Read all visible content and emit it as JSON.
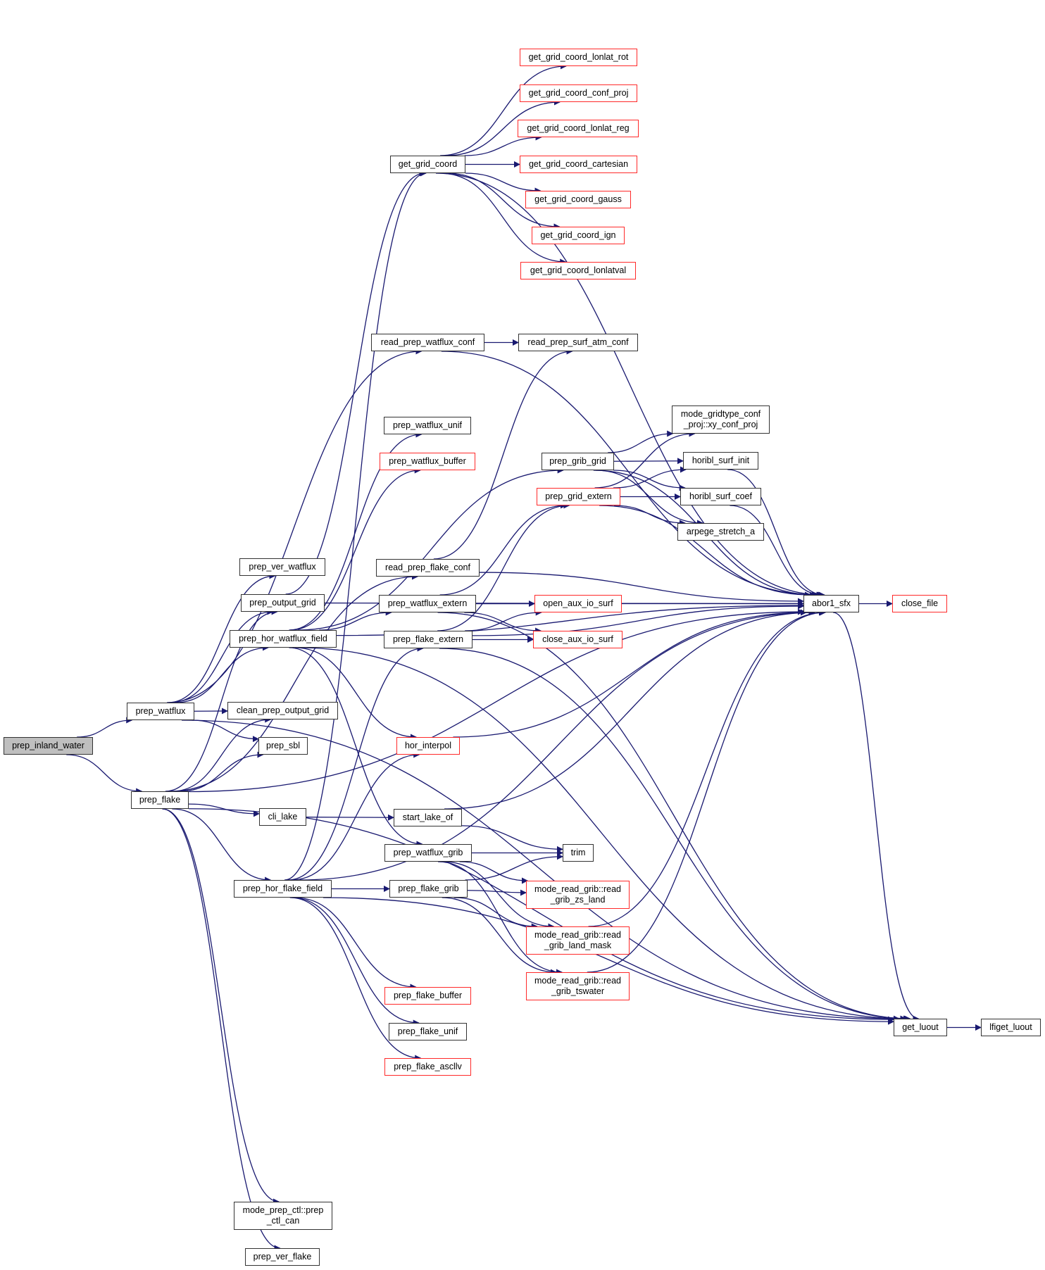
{
  "title": "Call graph of prep_inland_water",
  "colors": {
    "edge": "#191970",
    "node_border": "#333333",
    "red_border": "#ff2a2a",
    "root_fill": "#bfbfbf"
  },
  "nodes": [
    {
      "id": "prep_inland_water",
      "label": "prep_inland_water",
      "kind": "root"
    },
    {
      "id": "prep_watflux",
      "label": "prep_watflux",
      "kind": "normal"
    },
    {
      "id": "prep_flake",
      "label": "prep_flake",
      "kind": "normal"
    },
    {
      "id": "prep_ver_watflux",
      "label": "prep_ver_watflux",
      "kind": "normal"
    },
    {
      "id": "prep_output_grid",
      "label": "prep_output_grid",
      "kind": "normal"
    },
    {
      "id": "prep_hor_watflux_field",
      "label": "prep_hor_watflux_field",
      "kind": "normal"
    },
    {
      "id": "clean_prep_output_grid",
      "label": "clean_prep_output_grid",
      "kind": "normal"
    },
    {
      "id": "prep_sbl",
      "label": "prep_sbl",
      "kind": "normal"
    },
    {
      "id": "cli_lake",
      "label": "cli_lake",
      "kind": "normal"
    },
    {
      "id": "prep_hor_flake_field",
      "label": "prep_hor_flake_field",
      "kind": "normal"
    },
    {
      "id": "prep_ctl_can",
      "label": "mode_prep_ctl::prep\n_ctl_can",
      "kind": "normal"
    },
    {
      "id": "prep_ver_flake",
      "label": "prep_ver_flake",
      "kind": "normal"
    },
    {
      "id": "get_grid_coord",
      "label": "get_grid_coord",
      "kind": "normal"
    },
    {
      "id": "gc_lonlat_rot",
      "label": "get_grid_coord_lonlat_rot",
      "kind": "red"
    },
    {
      "id": "gc_conf_proj",
      "label": "get_grid_coord_conf_proj",
      "kind": "red"
    },
    {
      "id": "gc_lonlat_reg",
      "label": "get_grid_coord_lonlat_reg",
      "kind": "red"
    },
    {
      "id": "gc_cartesian",
      "label": "get_grid_coord_cartesian",
      "kind": "red"
    },
    {
      "id": "gc_gauss",
      "label": "get_grid_coord_gauss",
      "kind": "red"
    },
    {
      "id": "gc_ign",
      "label": "get_grid_coord_ign",
      "kind": "red"
    },
    {
      "id": "gc_lonlatval",
      "label": "get_grid_coord_lonlatval",
      "kind": "red"
    },
    {
      "id": "read_prep_watflux_conf",
      "label": "read_prep_watflux_conf",
      "kind": "normal"
    },
    {
      "id": "read_prep_surf_atm_conf",
      "label": "read_prep_surf_atm_conf",
      "kind": "normal"
    },
    {
      "id": "prep_watflux_unif",
      "label": "prep_watflux_unif",
      "kind": "normal"
    },
    {
      "id": "prep_watflux_buffer",
      "label": "prep_watflux_buffer",
      "kind": "red"
    },
    {
      "id": "prep_grib_grid",
      "label": "prep_grib_grid",
      "kind": "normal"
    },
    {
      "id": "prep_grid_extern",
      "label": "prep_grid_extern",
      "kind": "red"
    },
    {
      "id": "xy_conf_proj",
      "label": "mode_gridtype_conf\n_proj::xy_conf_proj",
      "kind": "normal"
    },
    {
      "id": "horibl_surf_init",
      "label": "horibl_surf_init",
      "kind": "normal"
    },
    {
      "id": "horibl_surf_coef",
      "label": "horibl_surf_coef",
      "kind": "normal"
    },
    {
      "id": "arpege_stretch_a",
      "label": "arpege_stretch_a",
      "kind": "normal"
    },
    {
      "id": "read_prep_flake_conf",
      "label": "read_prep_flake_conf",
      "kind": "normal"
    },
    {
      "id": "prep_watflux_extern",
      "label": "prep_watflux_extern",
      "kind": "normal"
    },
    {
      "id": "prep_flake_extern",
      "label": "prep_flake_extern",
      "kind": "normal"
    },
    {
      "id": "open_aux_io_surf",
      "label": "open_aux_io_surf",
      "kind": "red"
    },
    {
      "id": "close_aux_io_surf",
      "label": "close_aux_io_surf",
      "kind": "red"
    },
    {
      "id": "hor_interpol",
      "label": "hor_interpol",
      "kind": "red"
    },
    {
      "id": "abor1_sfx",
      "label": "abor1_sfx",
      "kind": "normal"
    },
    {
      "id": "close_file",
      "label": "close_file",
      "kind": "red"
    },
    {
      "id": "start_lake_of",
      "label": "start_lake_of",
      "kind": "normal"
    },
    {
      "id": "prep_watflux_grib",
      "label": "prep_watflux_grib",
      "kind": "normal"
    },
    {
      "id": "trim",
      "label": "trim",
      "kind": "normal"
    },
    {
      "id": "prep_flake_grib",
      "label": "prep_flake_grib",
      "kind": "normal"
    },
    {
      "id": "read_grib_zs_land",
      "label": "mode_read_grib::read\n_grib_zs_land",
      "kind": "red"
    },
    {
      "id": "read_grib_land_mask",
      "label": "mode_read_grib::read\n_grib_land_mask",
      "kind": "red"
    },
    {
      "id": "read_grib_tswater",
      "label": "mode_read_grib::read\n_grib_tswater",
      "kind": "red"
    },
    {
      "id": "prep_flake_buffer",
      "label": "prep_flake_buffer",
      "kind": "red"
    },
    {
      "id": "prep_flake_unif",
      "label": "prep_flake_unif",
      "kind": "normal"
    },
    {
      "id": "prep_flake_ascllv",
      "label": "prep_flake_ascllv",
      "kind": "red"
    },
    {
      "id": "get_luout",
      "label": "get_luout",
      "kind": "normal"
    },
    {
      "id": "lfiget_luout",
      "label": "lfiget_luout",
      "kind": "normal"
    }
  ],
  "edges": [
    [
      "prep_inland_water",
      "prep_watflux"
    ],
    [
      "prep_inland_water",
      "prep_flake"
    ],
    [
      "prep_watflux",
      "prep_ver_watflux"
    ],
    [
      "prep_watflux",
      "prep_output_grid"
    ],
    [
      "prep_watflux",
      "prep_hor_watflux_field"
    ],
    [
      "prep_watflux",
      "clean_prep_output_grid"
    ],
    [
      "prep_watflux",
      "prep_sbl"
    ],
    [
      "prep_watflux",
      "read_prep_watflux_conf"
    ],
    [
      "prep_watflux",
      "get_luout"
    ],
    [
      "prep_flake",
      "prep_output_grid"
    ],
    [
      "prep_flake",
      "clean_prep_output_grid"
    ],
    [
      "prep_flake",
      "prep_sbl"
    ],
    [
      "prep_flake",
      "abor1_sfx"
    ],
    [
      "prep_flake",
      "cli_lake"
    ],
    [
      "prep_flake",
      "prep_hor_flake_field"
    ],
    [
      "prep_flake",
      "read_prep_flake_conf"
    ],
    [
      "prep_flake",
      "get_luout"
    ],
    [
      "prep_flake",
      "prep_ctl_can"
    ],
    [
      "prep_flake",
      "prep_ver_flake"
    ],
    [
      "prep_output_grid",
      "get_grid_coord"
    ],
    [
      "prep_output_grid",
      "abor1_sfx"
    ],
    [
      "get_grid_coord",
      "gc_lonlat_rot"
    ],
    [
      "get_grid_coord",
      "gc_conf_proj"
    ],
    [
      "get_grid_coord",
      "gc_lonlat_reg"
    ],
    [
      "get_grid_coord",
      "gc_cartesian"
    ],
    [
      "get_grid_coord",
      "gc_gauss"
    ],
    [
      "get_grid_coord",
      "gc_ign"
    ],
    [
      "get_grid_coord",
      "gc_lonlatval"
    ],
    [
      "get_grid_coord",
      "abor1_sfx"
    ],
    [
      "read_prep_watflux_conf",
      "read_prep_surf_atm_conf"
    ],
    [
      "read_prep_watflux_conf",
      "abor1_sfx"
    ],
    [
      "prep_hor_watflux_field",
      "prep_watflux_unif"
    ],
    [
      "prep_hor_watflux_field",
      "prep_watflux_buffer"
    ],
    [
      "prep_hor_watflux_field",
      "prep_grib_grid"
    ],
    [
      "prep_hor_watflux_field",
      "prep_watflux_extern"
    ],
    [
      "prep_hor_watflux_field",
      "hor_interpol"
    ],
    [
      "prep_hor_watflux_field",
      "prep_watflux_grib"
    ],
    [
      "prep_hor_watflux_field",
      "get_luout"
    ],
    [
      "prep_hor_watflux_field",
      "abor1_sfx"
    ],
    [
      "prep_grib_grid",
      "xy_conf_proj"
    ],
    [
      "prep_grib_grid",
      "horibl_surf_init"
    ],
    [
      "prep_grib_grid",
      "horibl_surf_coef"
    ],
    [
      "prep_grib_grid",
      "arpege_stretch_a"
    ],
    [
      "prep_grib_grid",
      "abor1_sfx"
    ],
    [
      "prep_grid_extern",
      "xy_conf_proj"
    ],
    [
      "prep_grid_extern",
      "horibl_surf_init"
    ],
    [
      "prep_grid_extern",
      "horibl_surf_coef"
    ],
    [
      "prep_grid_extern",
      "arpege_stretch_a"
    ],
    [
      "prep_grid_extern",
      "abor1_sfx"
    ],
    [
      "horibl_surf_init",
      "abor1_sfx"
    ],
    [
      "horibl_surf_coef",
      "abor1_sfx"
    ],
    [
      "read_prep_flake_conf",
      "read_prep_surf_atm_conf"
    ],
    [
      "read_prep_flake_conf",
      "abor1_sfx"
    ],
    [
      "prep_watflux_extern",
      "open_aux_io_surf"
    ],
    [
      "prep_watflux_extern",
      "close_aux_io_surf"
    ],
    [
      "prep_watflux_extern",
      "prep_grid_extern"
    ],
    [
      "prep_watflux_extern",
      "abor1_sfx"
    ],
    [
      "prep_watflux_extern",
      "get_luout"
    ],
    [
      "prep_flake_extern",
      "open_aux_io_surf"
    ],
    [
      "prep_flake_extern",
      "close_aux_io_surf"
    ],
    [
      "prep_flake_extern",
      "prep_grid_extern"
    ],
    [
      "prep_flake_extern",
      "abor1_sfx"
    ],
    [
      "prep_flake_extern",
      "get_luout"
    ],
    [
      "hor_interpol",
      "abor1_sfx"
    ],
    [
      "abor1_sfx",
      "close_file"
    ],
    [
      "abor1_sfx",
      "get_luout"
    ],
    [
      "cli_lake",
      "start_lake_of"
    ],
    [
      "start_lake_of",
      "trim"
    ],
    [
      "start_lake_of",
      "abor1_sfx"
    ],
    [
      "prep_watflux_grib",
      "trim"
    ],
    [
      "prep_watflux_grib",
      "read_grib_zs_land"
    ],
    [
      "prep_watflux_grib",
      "read_grib_land_mask"
    ],
    [
      "prep_watflux_grib",
      "read_grib_tswater"
    ],
    [
      "prep_flake_grib",
      "trim"
    ],
    [
      "prep_flake_grib",
      "read_grib_zs_land"
    ],
    [
      "prep_flake_grib",
      "read_grib_land_mask"
    ],
    [
      "prep_flake_grib",
      "read_grib_tswater"
    ],
    [
      "read_grib_land_mask",
      "abor1_sfx"
    ],
    [
      "read_grib_tswater",
      "abor1_sfx"
    ],
    [
      "prep_hor_flake_field",
      "prep_flake_grib"
    ],
    [
      "prep_hor_flake_field",
      "prep_flake_buffer"
    ],
    [
      "prep_hor_flake_field",
      "prep_flake_unif"
    ],
    [
      "prep_hor_flake_field",
      "prep_flake_ascllv"
    ],
    [
      "prep_hor_flake_field",
      "prep_flake_extern"
    ],
    [
      "prep_hor_flake_field",
      "hor_interpol"
    ],
    [
      "prep_hor_flake_field",
      "get_grid_coord"
    ],
    [
      "prep_hor_flake_field",
      "get_luout"
    ],
    [
      "prep_hor_flake_field",
      "abor1_sfx"
    ],
    [
      "get_luout",
      "lfiget_luout"
    ]
  ]
}
